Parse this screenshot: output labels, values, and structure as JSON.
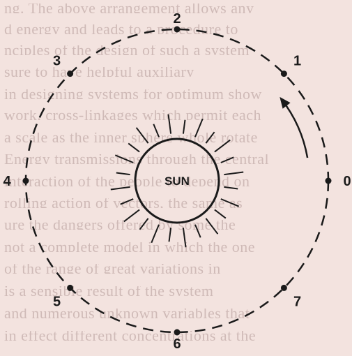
{
  "diagram": {
    "center_label": "SUN",
    "positions": [
      {
        "label": "0",
        "angle_deg": 0
      },
      {
        "label": "1",
        "angle_deg": 45
      },
      {
        "label": "2",
        "angle_deg": 90
      },
      {
        "label": "3",
        "angle_deg": 135
      },
      {
        "label": "4",
        "angle_deg": 180
      },
      {
        "label": "5",
        "angle_deg": 225
      },
      {
        "label": "6",
        "angle_deg": 270
      },
      {
        "label": "7",
        "angle_deg": 315
      }
    ],
    "direction": "counterclockwise",
    "sun_ray_count": 24,
    "background_text_lines": [
      "ng. The above arrangement allows any",
      "d energy and leads to a procedure to",
      "nciples of the design of such a system",
      "sure to have helpful auxiliary",
      "in designing systems for optimum show",
      "work, cross-linkages which permit each",
      "a scale as the inner sphere whole rotate",
      "Energy transmissions through the central",
      "interaction of the people to depend on",
      "rolling action of vectors, the same as",
      "ure the dangers offered by some the",
      "not a complete model in which the one",
      "of the range of great variations in",
      "is a sensible result of the system",
      "and numerous unknown variables that",
      "in effect different concentrations at the"
    ]
  },
  "colors": {
    "background": "#f3e3df",
    "ink": "#1a1a1a"
  }
}
